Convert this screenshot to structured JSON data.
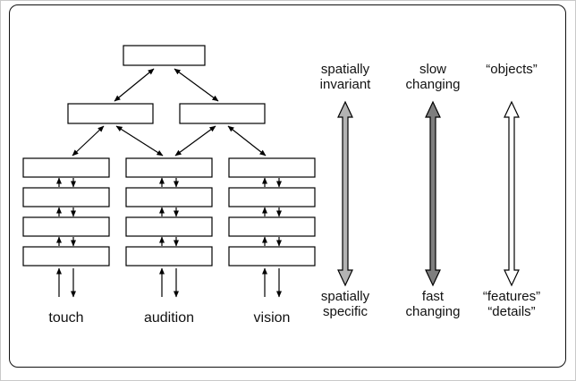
{
  "hierarchy": {
    "column_labels": [
      "touch",
      "audition",
      "vision"
    ]
  },
  "axes": [
    {
      "top_label": "spatially\ninvariant",
      "bottom_label": "spatially\nspecific",
      "arrow_fill": "#b3b3b3"
    },
    {
      "top_label": "slow\nchanging",
      "bottom_label": "fast\nchanging",
      "arrow_fill": "#7e7e7e"
    },
    {
      "top_label": "“objects”",
      "bottom_label": "“features”\n“details”",
      "arrow_fill": "#ffffff"
    }
  ]
}
